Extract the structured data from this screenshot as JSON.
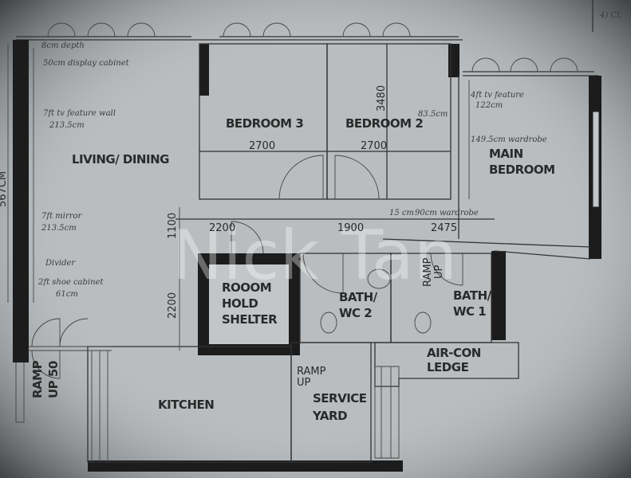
{
  "header_note": "4) CL",
  "watermark": "Nick Tan",
  "rooms": {
    "living_dining": "LIVING/ DINING",
    "bedroom3": "BEDROOM 3",
    "bedroom2": "BEDROOM 2",
    "main_bedroom_1": "MAIN",
    "main_bedroom_2": "BEDROOM",
    "shelter_1": "ROOOM",
    "shelter_2": "HOLD",
    "shelter_3": "SHELTER",
    "bath2_1": "BATH/",
    "bath2_2": "WC 2",
    "bath1_1": "BATH/",
    "bath1_2": "WC 1",
    "aircon_1": "AIR-CON",
    "aircon_2": "LEDGE",
    "kitchen": "KITCHEN",
    "service_1": "SERVICE",
    "service_2": "YARD",
    "ramp_left_1": "RAMP",
    "ramp_left_2": "UP 50",
    "ramp_yard_1": "RAMP",
    "ramp_yard_2": "UP",
    "ramp_bath_1": "RAMP",
    "ramp_bath_2": "UP"
  },
  "dimensions": {
    "bed3_width": "2700",
    "bed2_width": "2700",
    "bed_depth": "3480",
    "corridor_1": "2200",
    "corridor_2": "1900",
    "corridor_3": "2475",
    "vert_1100": "1100",
    "vert_2200": "2200",
    "left_total": "567CM"
  },
  "annotations": {
    "beam": "8cm depth",
    "display_cabinet": "50cm display cabinet",
    "tv_wall_1": "7ft tv feature wall",
    "tv_wall_2": "213.5cm",
    "mirror_1": "7ft mirror",
    "mirror_2": "213.5cm",
    "divider": "Divider",
    "shoe_1": "2ft shoe cabinet",
    "shoe_2": "61cm",
    "bed2_gap": "83.5cm",
    "gap_15": "15 cm",
    "wardrobe_90": "90cm wardrobe",
    "main_tv_1": "4ft tv feature",
    "main_tv_2": "122cm",
    "main_wardrobe": "149.5cm wardrobe"
  }
}
